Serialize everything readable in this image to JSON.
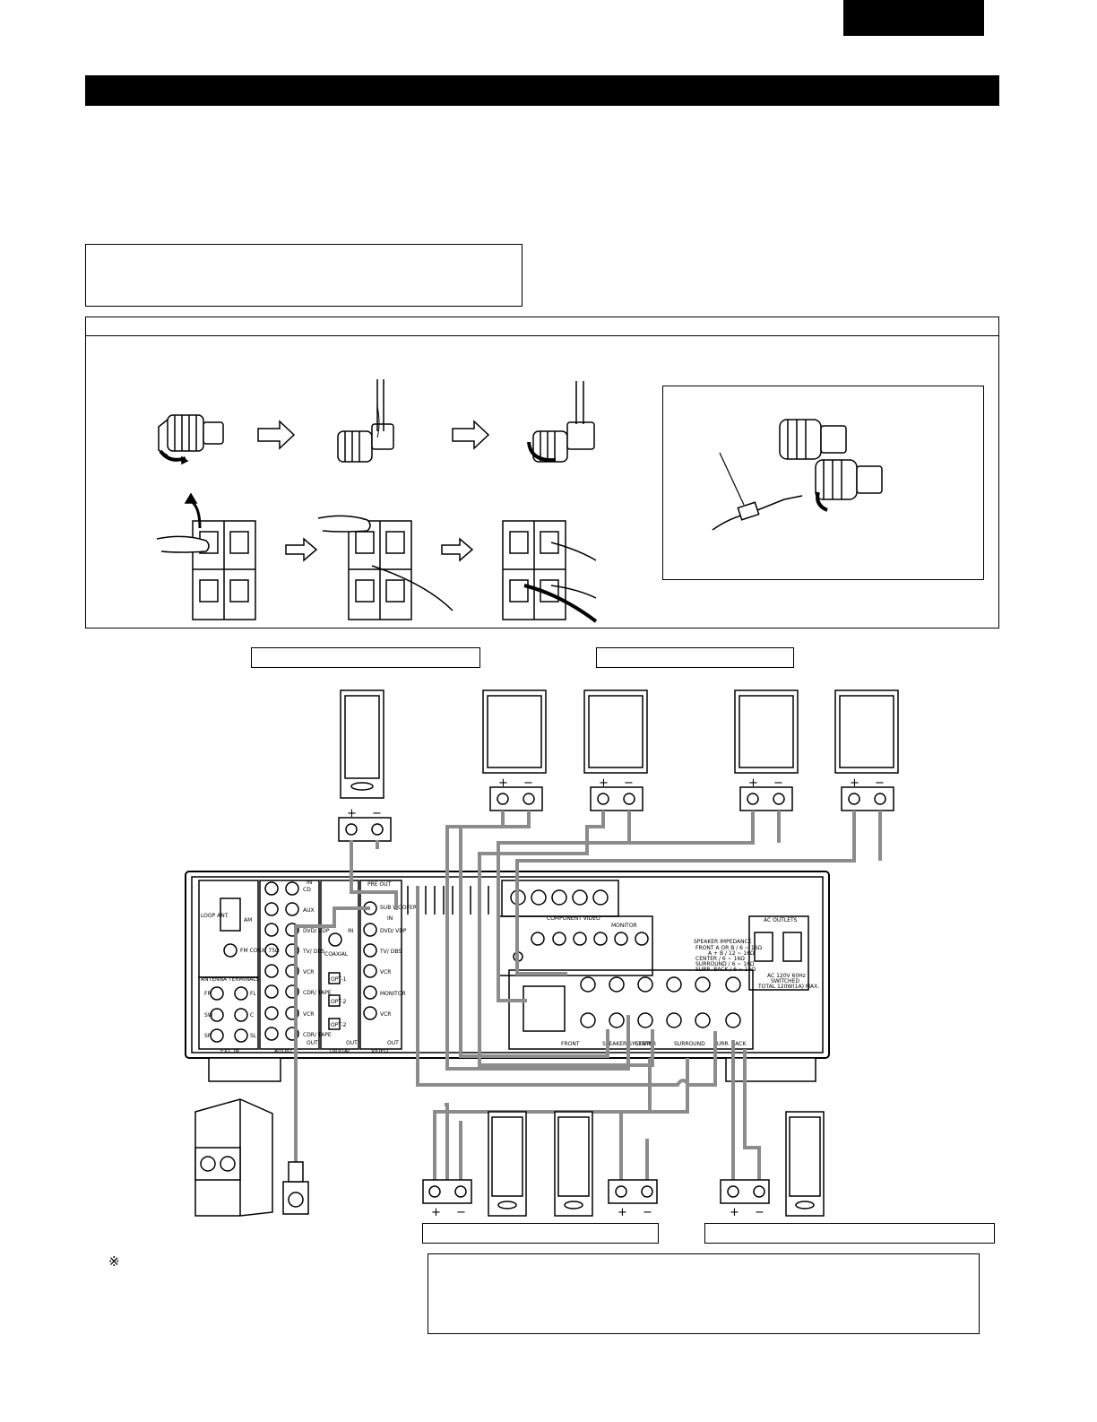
{
  "note_mark": "※",
  "receiver_panel": {
    "pre_out": "PRE OUT",
    "sub_woofer": "SUB WOOFER",
    "audio_in_labels": [
      "CD",
      "AUX",
      "DVD/ VDP",
      "TV/ DBS",
      "VCR",
      "CDR/ TAPE",
      "VCR",
      "CDR/ TAPE"
    ],
    "video_in_labels": [
      "DVD/ VDP",
      "TV/ DBS",
      "VCR",
      "MONITOR",
      "VCR"
    ],
    "loop_ant": "LOOP ANT.",
    "am": "AM",
    "fm": "FM COAX. 75Ω",
    "antenna_terminals": "ANTENNA TERMINALS",
    "ext_in": "EXT. IN",
    "ext_in_labels": [
      "FR",
      "FL",
      "SW",
      "C",
      "SR",
      "SL"
    ],
    "audio": "AUDIO",
    "digital": "DIGITAL",
    "video": "VIDEO",
    "coaxial": "COAXIAL",
    "optical": [
      "OPT-1",
      "OPT-2",
      "OPT-2"
    ],
    "in_tag": "IN",
    "out_tag": "OUT",
    "component_video": "COMPONENT VIDEO",
    "monitor": "MONITOR",
    "speaker_systems": "SPEAKER SYSTEMS",
    "front": "FRONT",
    "center": "CENTER",
    "surround": "SURROUND",
    "surr_back": "SURR. BACK",
    "impedance_title": "SPEAKER IMPEDANCE",
    "impedance_lines": [
      "FRONT A OR B / 6 ~ 16Ω",
      "A + B / 12 ~ 16Ω",
      "CENTER / 6 ~ 16Ω",
      "SURROUND / 6 ~ 16Ω",
      "SURR. BACK / 6 ~ 16Ω"
    ],
    "ac_outlets": "AC OUTLETS",
    "ac_rating": [
      "AC 120V 60Hz",
      "SWITCHED",
      "TOTAL 120W(1A) MAX."
    ]
  },
  "terminal_signs": {
    "plus": "+",
    "minus": "−"
  }
}
